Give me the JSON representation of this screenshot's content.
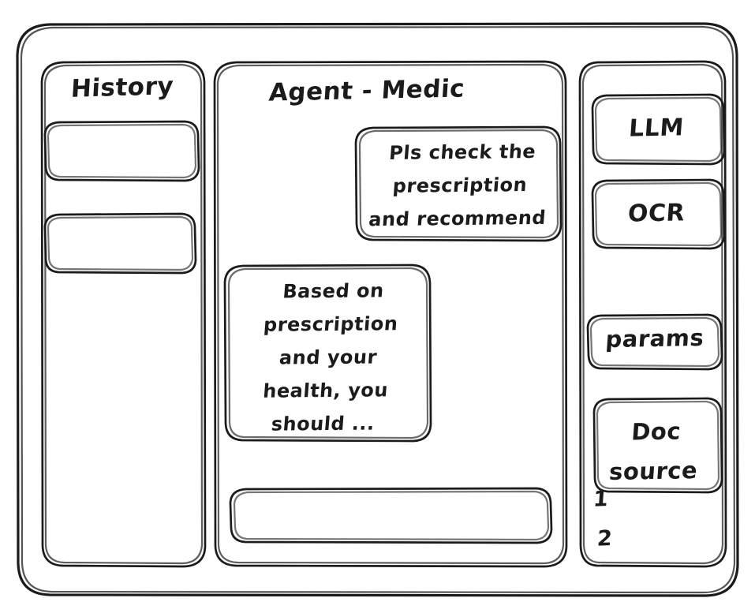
{
  "window": {
    "frame_label": "app-window"
  },
  "history_panel": {
    "title": "History",
    "items": [
      {
        "label": ""
      },
      {
        "label": ""
      }
    ]
  },
  "agent_panel": {
    "title": "Agent - Medic",
    "messages": [
      {
        "role": "user",
        "text": "Pls check the\nprescription\nand recommend"
      },
      {
        "role": "assistant",
        "text": "Based on\nprescription\nand your\nhealth, you\nshould ..."
      }
    ],
    "composer": {
      "value": "",
      "placeholder": ""
    }
  },
  "tools_panel": {
    "buttons": [
      {
        "label": "LLM"
      },
      {
        "label": "OCR"
      },
      {
        "label": "params"
      },
      {
        "label": "Doc\nsource"
      }
    ],
    "doc_sources": [
      {
        "label": "1"
      },
      {
        "label": "2"
      }
    ]
  },
  "style": {
    "ink_color": "#1b1b1b",
    "paper_color": "#ffffff"
  }
}
